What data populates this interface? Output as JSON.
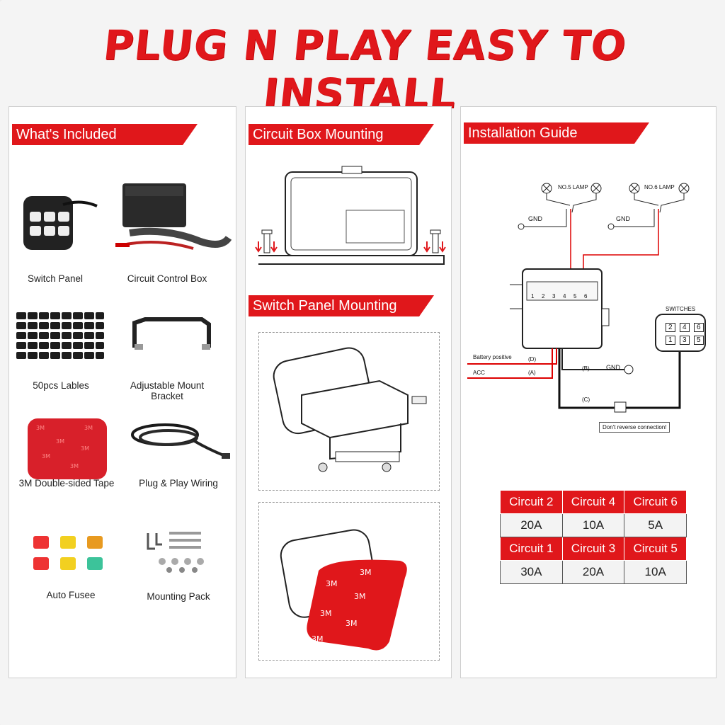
{
  "headline": "PLUG N PLAY  EASY TO INSTALL",
  "colors": {
    "accent": "#e0171b"
  },
  "panels": {
    "included": {
      "title": "What's Included",
      "items": [
        {
          "label": "Switch Panel",
          "icon": "switch-panel-icon"
        },
        {
          "label": "Circuit Control Box",
          "icon": "control-box-icon"
        },
        {
          "label": "50pcs Lables",
          "icon": "labels-icon"
        },
        {
          "label": "Adjustable Mount Bracket",
          "icon": "bracket-icon"
        },
        {
          "label": "3M Double-sided Tape",
          "icon": "tape-icon"
        },
        {
          "label": "Plug & Play Wiring",
          "icon": "wiring-icon"
        },
        {
          "label": "Auto Fusee",
          "icon": "fuse-icon"
        },
        {
          "label": "Mounting Pack",
          "icon": "screws-icon"
        }
      ]
    },
    "circuit_box": {
      "title": "Circuit Box Mounting"
    },
    "switch_panel": {
      "title": "Switch Panel Mounting",
      "tape_text": "3M"
    },
    "guide": {
      "title": "Installation Guide",
      "lamp5": "NO.5 LAMP",
      "lamp6": "NO.6 LAMP",
      "gnd": "GND",
      "switches": "SWITCHES",
      "battery": "Battery positive",
      "acc": "ACC",
      "wire_a": "(A)",
      "wire_b": "(B)",
      "wire_c": "(C)",
      "wire_d": "(D)",
      "warning": "Don't reverse connection!",
      "switch_keys": [
        "2",
        "4",
        "6",
        "1",
        "3",
        "5"
      ],
      "box_slots": [
        "1",
        "2",
        "3",
        "4",
        "5",
        "6"
      ]
    }
  },
  "circuit_table": {
    "row1_headers": [
      "Circuit 2",
      "Circuit 4",
      "Circuit 6"
    ],
    "row1_values": [
      "20A",
      "10A",
      "5A"
    ],
    "row2_headers": [
      "Circuit 1",
      "Circuit 3",
      "Circuit 5"
    ],
    "row2_values": [
      "30A",
      "20A",
      "10A"
    ]
  }
}
